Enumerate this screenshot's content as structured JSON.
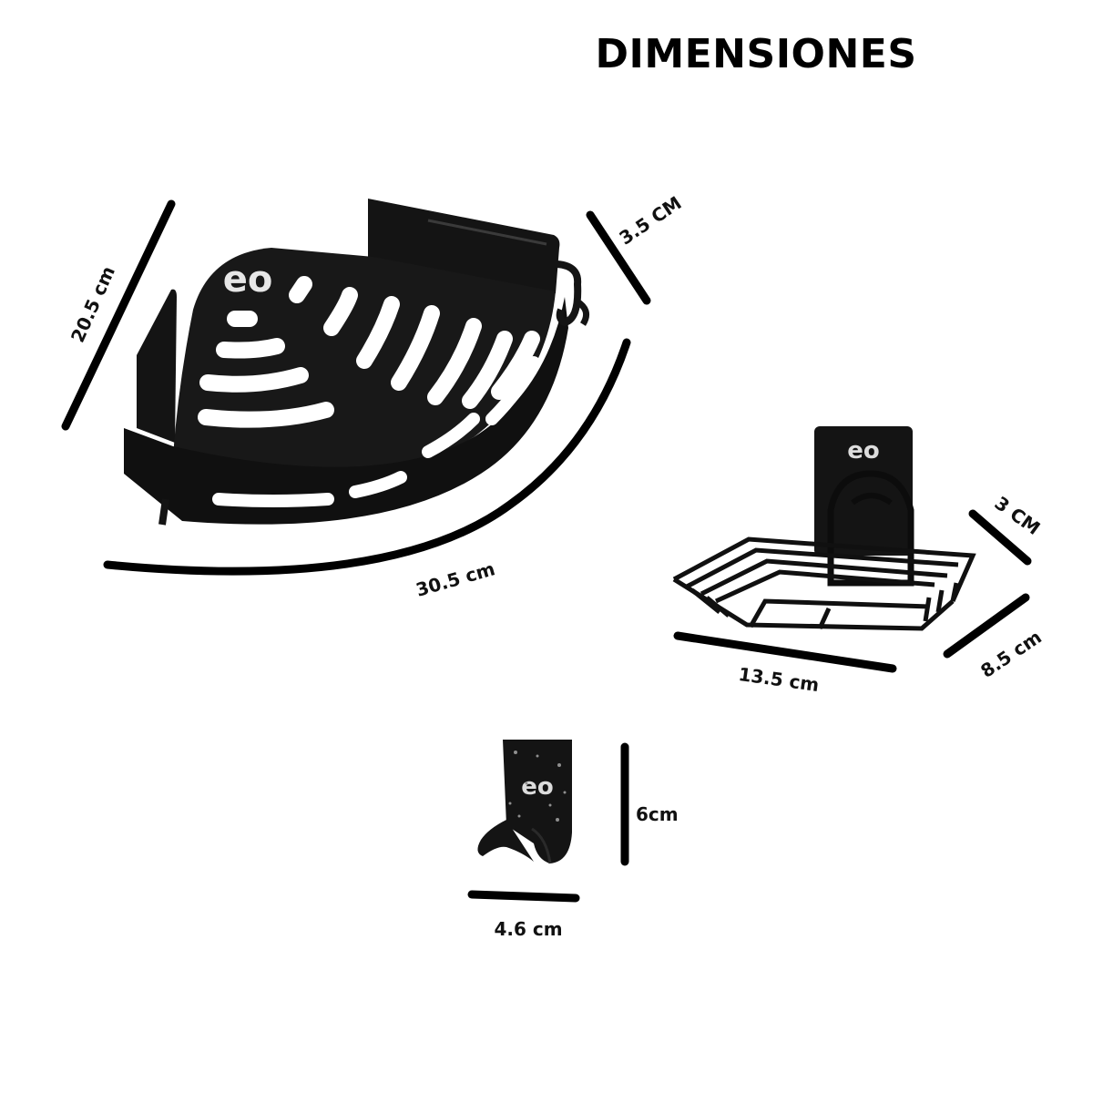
{
  "title": "DIMENSIONES",
  "brand": {
    "logo_text": "eo",
    "product_color": "#141414",
    "logo_color": "#e6e6e6",
    "line_color": "#000000"
  },
  "corner_shelf": {
    "depth": "20.5 cm",
    "height": "3.5 CM",
    "width": "30.5 cm"
  },
  "soap_dish": {
    "height": "3 CM",
    "depth": "8.5 cm",
    "width": "13.5 cm"
  },
  "hook": {
    "height": "6cm",
    "width": "4.6 cm"
  }
}
